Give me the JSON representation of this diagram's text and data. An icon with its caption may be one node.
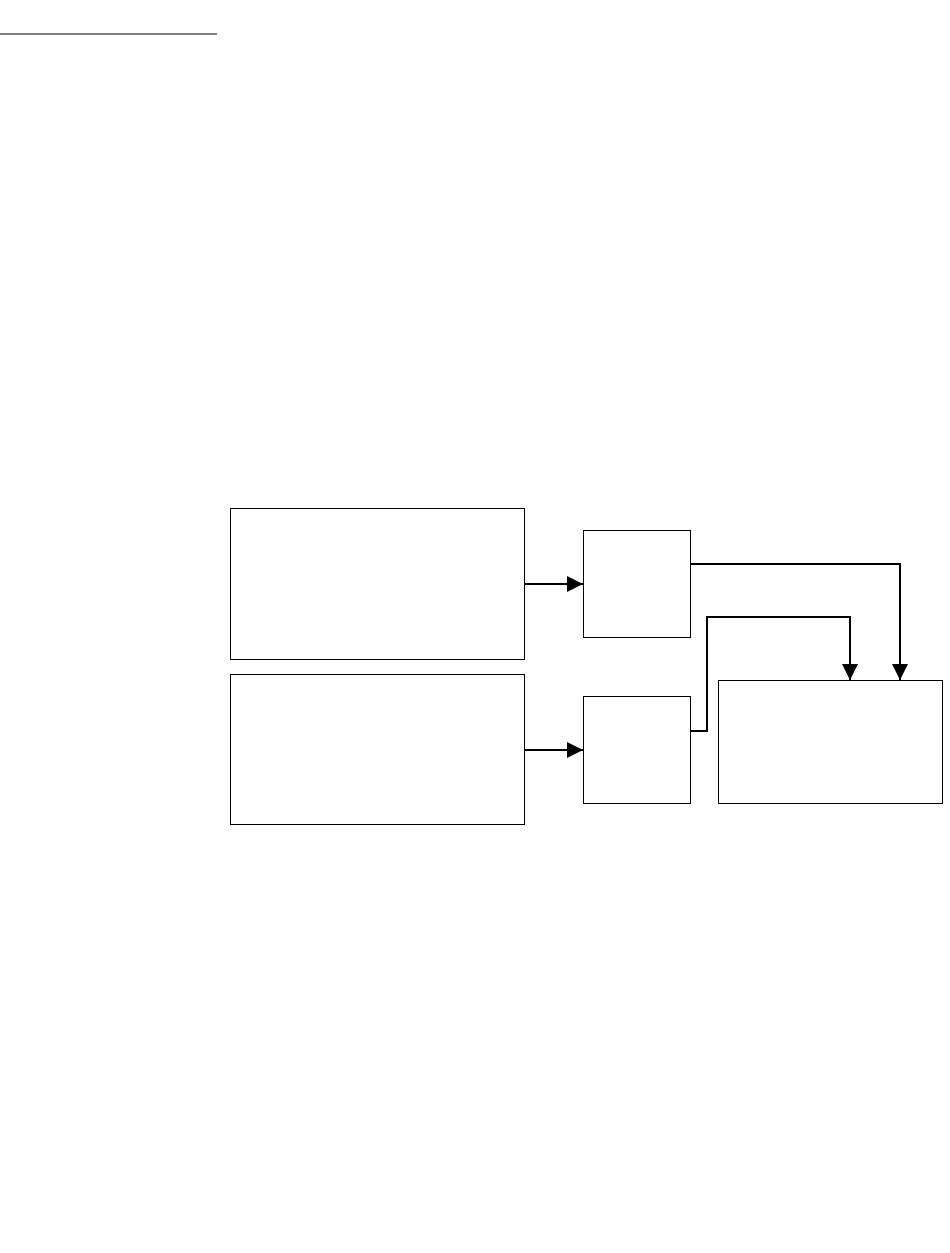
{
  "diagram": {
    "nodes": [
      {
        "text": [],
        "shape": "box"
      },
      {
        "text": [],
        "shape": "box"
      },
      {
        "text": [],
        "shape": "box"
      },
      {
        "text": [],
        "shape": "box"
      },
      {
        "text": [],
        "shape": "box"
      }
    ],
    "edges": [
      {
        "from": 0,
        "to": 2,
        "arrow": "to"
      },
      {
        "from": 1,
        "to": 3,
        "arrow": "to"
      },
      {
        "from": 2,
        "to": 4,
        "arrow": "to"
      },
      {
        "from": 3,
        "to": 4,
        "arrow": "to"
      }
    ]
  }
}
